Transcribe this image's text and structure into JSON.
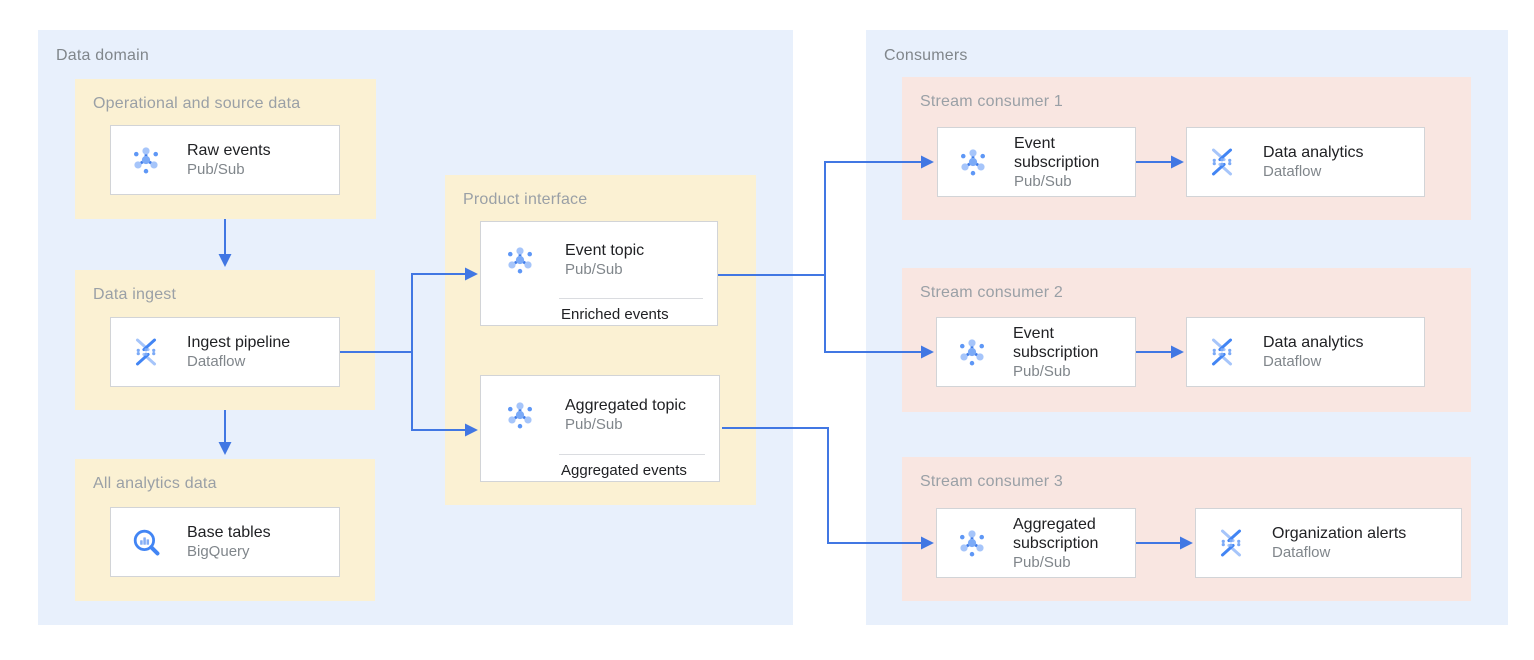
{
  "palette": {
    "panel_blue": "#e8f0fc",
    "group_yellow": "#fbf1d3",
    "group_pink": "#f9e6e1",
    "arrow_blue": "#4177e3",
    "card_border": "#d2d4d7",
    "title_text": "#202124",
    "subtitle_text": "#80868b",
    "group_label_text": "#9aa0a6",
    "panel_label_text": "#80868b"
  },
  "data_domain": {
    "label": "Data domain",
    "operational": {
      "label": "Operational and source data",
      "node": {
        "title": "Raw events",
        "product": "Pub/Sub",
        "icon": "pubsub-icon"
      }
    },
    "ingest": {
      "label": "Data ingest",
      "node": {
        "title": "Ingest pipeline",
        "product": "Dataflow",
        "icon": "dataflow-icon"
      }
    },
    "analytics": {
      "label": "All analytics data",
      "node": {
        "title": "Base tables",
        "product": "BigQuery",
        "icon": "bigquery-icon"
      }
    },
    "product_interface": {
      "label": "Product interface",
      "event_topic": {
        "title": "Event topic",
        "product": "Pub/Sub",
        "caption": "Enriched events",
        "icon": "pubsub-icon"
      },
      "aggregated_topic": {
        "title": "Aggregated topic",
        "product": "Pub/Sub",
        "caption": "Aggregated events",
        "icon": "pubsub-icon"
      }
    }
  },
  "consumers": {
    "label": "Consumers",
    "stream1": {
      "label": "Stream consumer 1",
      "subscription": {
        "title": "Event subscription",
        "product": "Pub/Sub",
        "icon": "pubsub-icon"
      },
      "processor": {
        "title": "Data analytics",
        "product": "Dataflow",
        "icon": "dataflow-icon"
      }
    },
    "stream2": {
      "label": "Stream consumer 2",
      "subscription": {
        "title": "Event subscription",
        "product": "Pub/Sub",
        "icon": "pubsub-icon"
      },
      "processor": {
        "title": "Data analytics",
        "product": "Dataflow",
        "icon": "dataflow-icon"
      }
    },
    "stream3": {
      "label": "Stream consumer 3",
      "subscription": {
        "title": "Aggregated subscription",
        "product": "Pub/Sub",
        "icon": "pubsub-icon"
      },
      "processor": {
        "title": "Organization alerts",
        "product": "Dataflow",
        "icon": "dataflow-icon"
      }
    }
  }
}
